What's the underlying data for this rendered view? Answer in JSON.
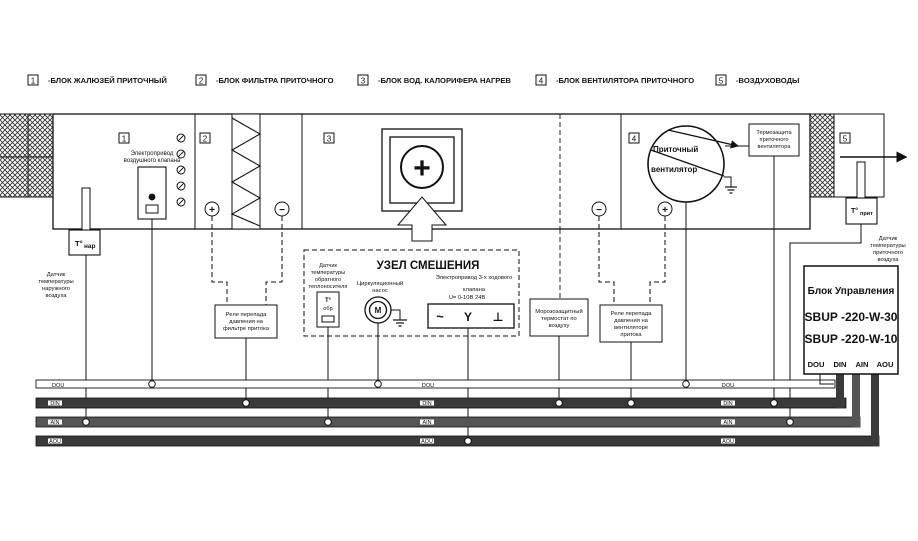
{
  "legend": [
    {
      "num": "1",
      "text": "-БЛОК ЖАЛЮЗЕЙ ПРИТОЧНЫЙ"
    },
    {
      "num": "2",
      "text": "-БЛОК ФИЛЬТРА ПРИТОЧНОГО"
    },
    {
      "num": "3",
      "text": "-БЛОК  ВОД. КАЛОРИФЕРА НАГРЕВ"
    },
    {
      "num": "4",
      "text": "-БЛОК ВЕНТИЛЯТОРА ПРИТОЧНОГО"
    },
    {
      "num": "5",
      "text": "-ВОЗДУХОВОДЫ"
    }
  ],
  "blocks": {
    "b1": "1",
    "b2": "2",
    "b3": "3",
    "b4": "4",
    "b5": "5"
  },
  "actuator": {
    "line1": "Электропривод",
    "line2": "воздушного клапана"
  },
  "sensor_outdoor": {
    "tag_main": "T°",
    "tag_sub": "нар",
    "desc": [
      "Датчик",
      "температуры",
      "наружного",
      "воздуха"
    ]
  },
  "sensor_supply": {
    "tag_main": "T°",
    "tag_sub": "прит",
    "desc": [
      "Датчик",
      "температуры",
      "приточного",
      "воздуха"
    ]
  },
  "plus": "+",
  "minus": "−",
  "relay_filter": [
    "Реле перепада",
    "давления на",
    "фильтре притока"
  ],
  "relay_fan": [
    "Реле перепада",
    "давления на",
    "вентиляторе",
    "притока"
  ],
  "mixing": {
    "title": "УЗЕЛ СМЕШЕНИЯ",
    "sensor_desc": [
      "Датчик",
      "температуры",
      "обратного",
      "теплоносителя"
    ],
    "sensor_tag": "T°",
    "sensor_sub": "обр",
    "pump_desc": [
      "Циркуляционный",
      "насос"
    ],
    "pump_tag": "M",
    "valve_desc": [
      "Электропривод 3-х ходового",
      "клапана"
    ],
    "valve_spec": "U= 0-10В    24В",
    "valve_symbols": [
      "~",
      "Y",
      "⊥"
    ]
  },
  "frost": [
    "Морозозащитный",
    "термостат по",
    "воздуху"
  ],
  "fan": {
    "line1": "Приточный",
    "line2": "вентилятор"
  },
  "thermo": [
    "Термозащита",
    "приточного",
    "вентилятора"
  ],
  "control": {
    "title": "Блок Управления",
    "model1": "SBUP -220-W-30",
    "model2": "SBUP -220-W-10",
    "ports": [
      "DOU",
      "DIN",
      "AIN",
      "AOU"
    ]
  },
  "buses": {
    "dou": "DOU",
    "din": "DIN",
    "ain": "AIN",
    "aou": "AOU"
  }
}
